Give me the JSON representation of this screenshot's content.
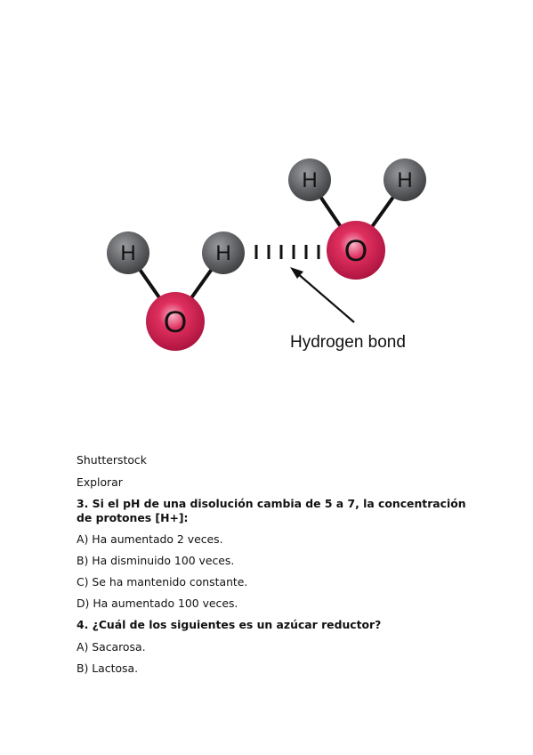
{
  "figure": {
    "atom_labels": {
      "hydrogen": "H",
      "oxygen": "O"
    },
    "annotation": "Hydrogen bond",
    "colors": {
      "hydrogen": "#5e6063",
      "oxygen": "#c8174a",
      "bond": "#111111"
    }
  },
  "credits": {
    "source": "Shutterstock",
    "explore": "Explorar"
  },
  "questions": [
    {
      "text": "3. Si el pH de una disolución cambia de 5 a 7, la concentración de protones [H+]:",
      "options": [
        "A) Ha aumentado 2 veces.",
        "B) Ha disminuido 100 veces.",
        "C) Se ha mantenido constante.",
        "D) Ha aumentado 100 veces."
      ]
    },
    {
      "text": "4. ¿Cuál de los siguientes es un azúcar reductor?",
      "options": [
        "A) Sacarosa.",
        "B) Lactosa."
      ]
    }
  ]
}
